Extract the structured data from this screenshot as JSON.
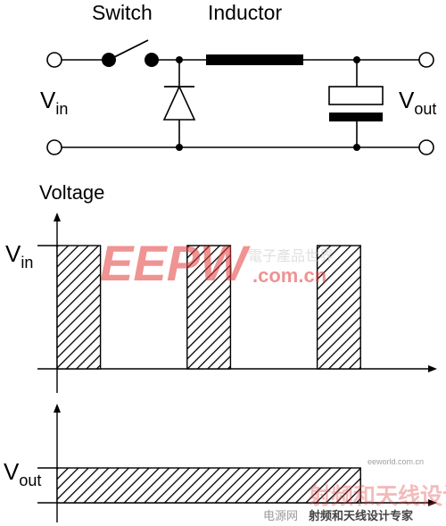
{
  "circuit": {
    "switch_label": "Switch",
    "inductor_label": "Inductor",
    "vin_main": "V",
    "vin_sub": "in",
    "vout_main": "V",
    "vout_sub": "out"
  },
  "waveform_top": {
    "title": "Voltage",
    "level_main": "V",
    "level_sub": "in",
    "pulses": [
      {
        "start": 0.0,
        "end": 1.0
      },
      {
        "start": 3.0,
        "end": 4.0
      },
      {
        "start": 6.0,
        "end": 7.0
      }
    ],
    "x_max": 8.6
  },
  "waveform_bottom": {
    "level_main": "V",
    "level_sub": "out",
    "band": {
      "start": 0.0,
      "end": 7.0
    },
    "x_max": 8.6
  },
  "watermarks": {
    "logo_text": "EEPW",
    "cn_text": "電子產品世界",
    "domain_text": ".com.cn",
    "small_text": "eeworld.com.cn",
    "bottom_brand": "射频和天线设计专家",
    "bottom_site": "电源网"
  },
  "colors": {
    "ink": "#000000",
    "watermark_red": "#e23b3b"
  }
}
